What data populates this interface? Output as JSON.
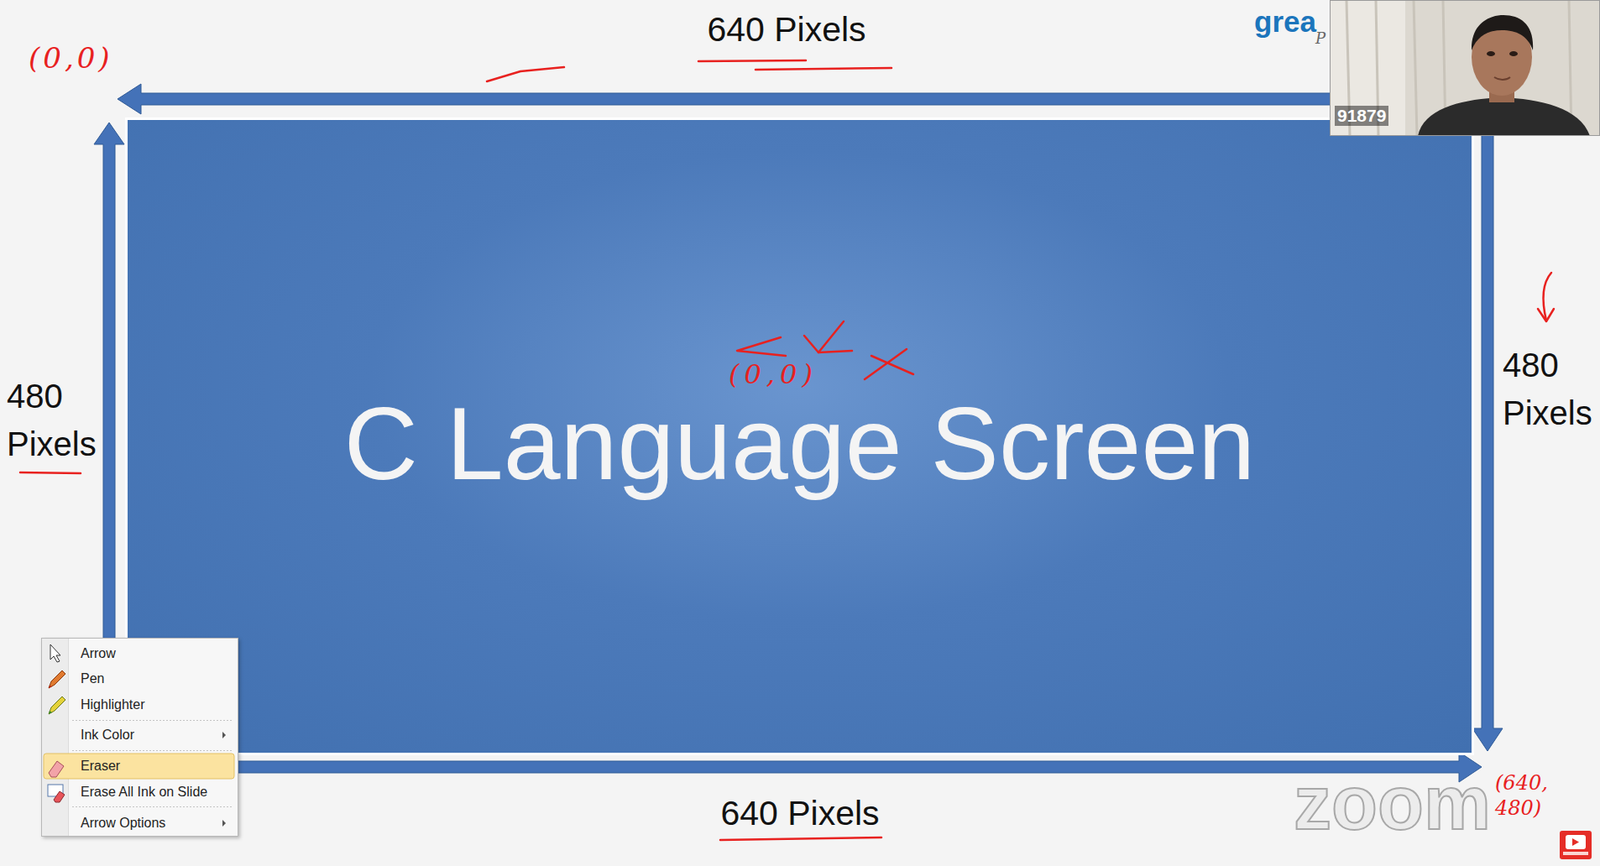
{
  "diagram": {
    "nodes": [
      {
        "text": [
          "C Language Screen"
        ]
      },
      {
        "text": [
          "Arrow",
          "Pen",
          "Highlighter",
          "Ink Color",
          "Eraser",
          "Erase All Ink on Slide",
          "Arrow Options"
        ]
      }
    ],
    "labels": [
      "(0,0)",
      "640 Pixels",
      "grea",
      "P",
      "91879",
      "480 Pixels",
      "(0,0)",
      "480 Pixels",
      "640 Pixels",
      "(640, 480)",
      "zoom"
    ]
  }
}
